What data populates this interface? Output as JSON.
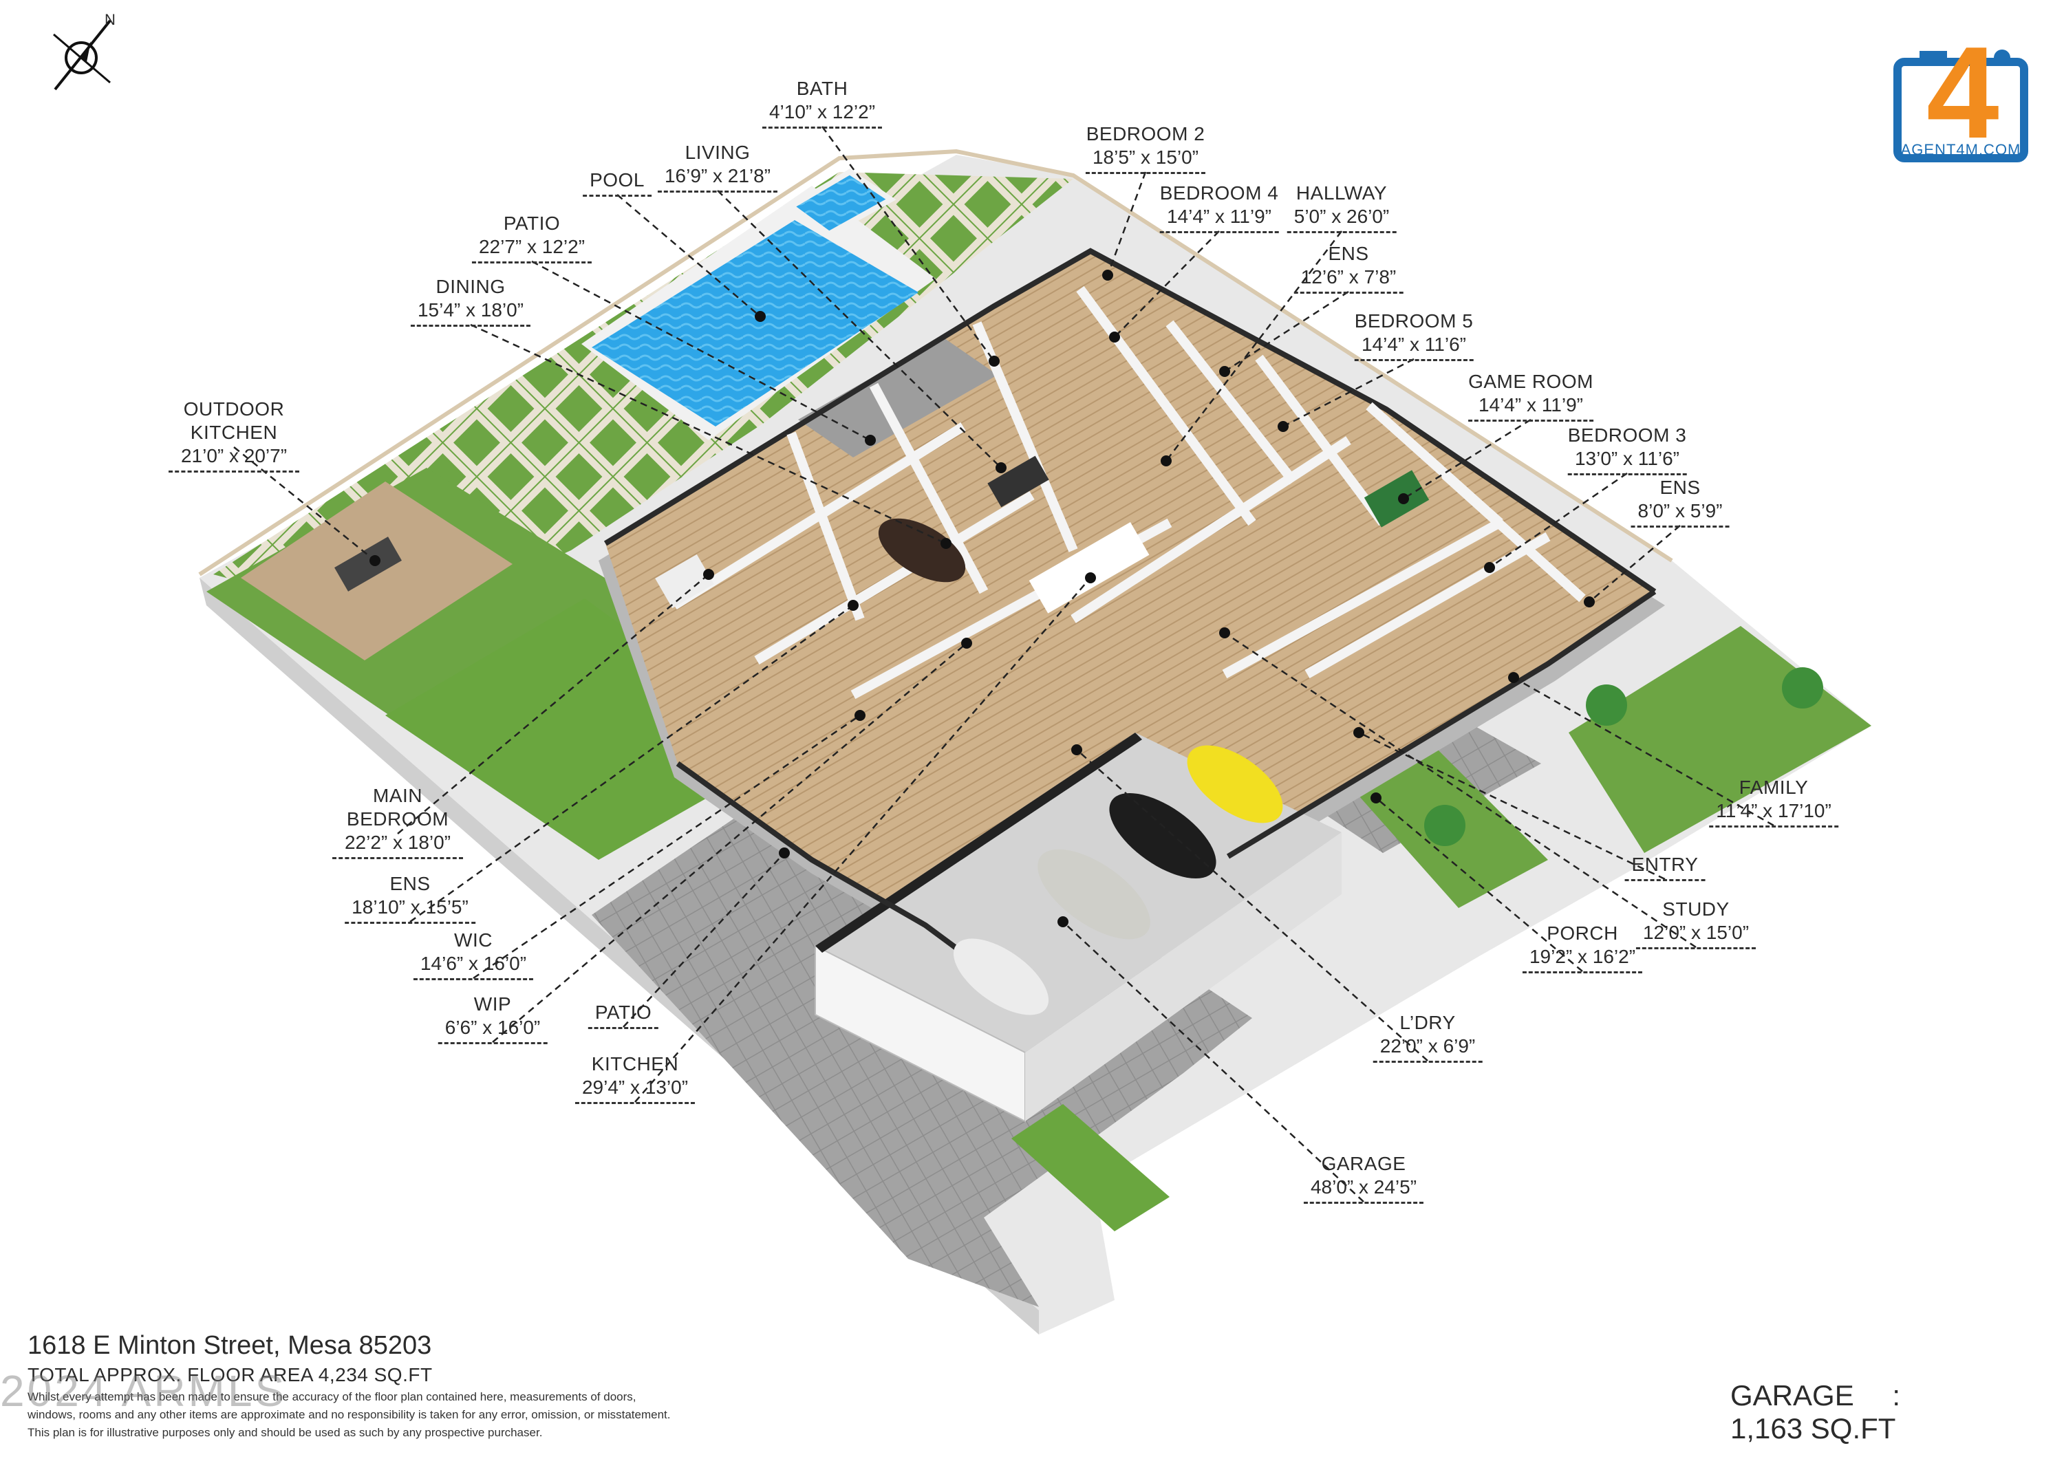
{
  "compass": {
    "north_label": "N",
    "icon": "compass-icon"
  },
  "logo": {
    "text": "AGENT4M.COM",
    "mark": "4",
    "icon": "camera-logo-icon",
    "colors": {
      "frame": "#1e6fb5",
      "mark": "#f28c1e"
    }
  },
  "rooms": [
    {
      "id": "bath",
      "name": "BATH",
      "dim": "4’10” x 12’2”"
    },
    {
      "id": "living",
      "name": "LIVING",
      "dim": "16’9” x 21’8”"
    },
    {
      "id": "pool",
      "name": "POOL",
      "dim": ""
    },
    {
      "id": "patio-rear",
      "name": "PATIO",
      "dim": "22’7” x 12’2”"
    },
    {
      "id": "dining",
      "name": "DINING",
      "dim": "15’4” x 18’0”"
    },
    {
      "id": "outdoor-kitchen",
      "name": "OUTDOOR KITCHEN",
      "dim": "21’0” x 20’7”"
    },
    {
      "id": "bedroom-2",
      "name": "BEDROOM 2",
      "dim": "18’5” x 15’0”"
    },
    {
      "id": "bedroom-4",
      "name": "BEDROOM 4",
      "dim": "14’4” x 11’9”"
    },
    {
      "id": "hallway",
      "name": "HALLWAY",
      "dim": "5’0” x 26’0”"
    },
    {
      "id": "ens-1",
      "name": "ENS",
      "dim": "12’6” x 7’8”"
    },
    {
      "id": "bedroom-5",
      "name": "BEDROOM 5",
      "dim": "14’4” x 11’6”"
    },
    {
      "id": "game-room",
      "name": "GAME ROOM",
      "dim": "14’4” x 11’9”"
    },
    {
      "id": "bedroom-3",
      "name": "BEDROOM 3",
      "dim": "13’0” x 11’6”"
    },
    {
      "id": "ens-2",
      "name": "ENS",
      "dim": "8’0” x 5’9”"
    },
    {
      "id": "family",
      "name": "FAMILY",
      "dim": "11’4” x 17’10”"
    },
    {
      "id": "entry",
      "name": "ENTRY",
      "dim": ""
    },
    {
      "id": "study",
      "name": "STUDY",
      "dim": "12’0” x 15’0”"
    },
    {
      "id": "porch",
      "name": "PORCH",
      "dim": "19’2” x 16’2”"
    },
    {
      "id": "laundry",
      "name": "L’DRY",
      "dim": "22’0” x 6’9”"
    },
    {
      "id": "garage",
      "name": "GARAGE",
      "dim": "48’0” x 24’5”"
    },
    {
      "id": "main-bedroom",
      "name": "MAIN BEDROOM",
      "dim": "22’2” x 18’0”"
    },
    {
      "id": "ens-main",
      "name": "ENS",
      "dim": "18’10” x 15’5”"
    },
    {
      "id": "wic",
      "name": "WIC",
      "dim": "14’6” x 16’0”"
    },
    {
      "id": "wip",
      "name": "WIP",
      "dim": "6’6” x 16’0”"
    },
    {
      "id": "patio-front",
      "name": "PATIO",
      "dim": ""
    },
    {
      "id": "kitchen",
      "name": "KITCHEN",
      "dim": "29’4” x 13’0”"
    }
  ],
  "footer": {
    "address": "1618 E Minton Street, Mesa 85203",
    "total_area": "TOTAL APPROX. FLOOR AREA 4,234 SQ.FT",
    "disclaimer_lines": [
      "Whilst every attempt has been made to ensure the accuracy of the floor plan contained here, measurements of doors,",
      "windows, rooms and any other items are approximate and no responsibility is taken for any error, omission, or misstatement.",
      "This plan is for illustrative purposes only and should be used as such by any prospective purchaser."
    ],
    "watermark": "2024 ARMLS",
    "garage_label": "GARAGE",
    "garage_separator": ":",
    "garage_area": "1,163 SQ.FT"
  },
  "colors": {
    "pool": "#2ea6e8",
    "lawn": "#6da544",
    "floor": "#c9ac86",
    "garage_floor": "#d0d0d0",
    "pavers": "#a5a5a5",
    "wall": "#f2f2f2"
  }
}
